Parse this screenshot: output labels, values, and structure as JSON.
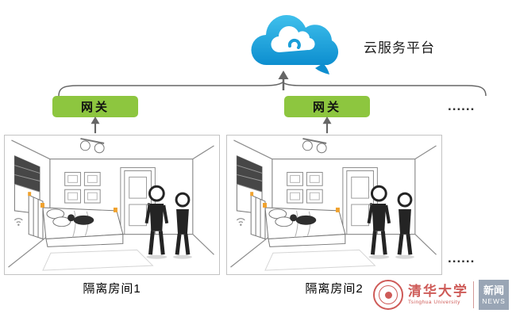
{
  "diagram": {
    "cloud": {
      "label": "云服务平台",
      "icon": "cloud-icon"
    },
    "gateways": [
      {
        "label": "网关"
      },
      {
        "label": "网关"
      }
    ],
    "ellipsis_top": "......",
    "ellipsis_bottom": "......",
    "rooms": [
      {
        "label": "隔离房间1"
      },
      {
        "label": "隔离房间2"
      }
    ]
  },
  "watermark": {
    "university_cn": "清华大学",
    "university_en": "Tsinghua University",
    "news_cn": "新闻",
    "news_en": "NEWS"
  },
  "colors": {
    "cloud_blue": "#1b9fd8",
    "cloud_blue_dark": "#0d8ecf",
    "gateway_green": "#8dc63f",
    "sensor_orange": "#f0a22e",
    "logo_red": "#c94a46"
  }
}
